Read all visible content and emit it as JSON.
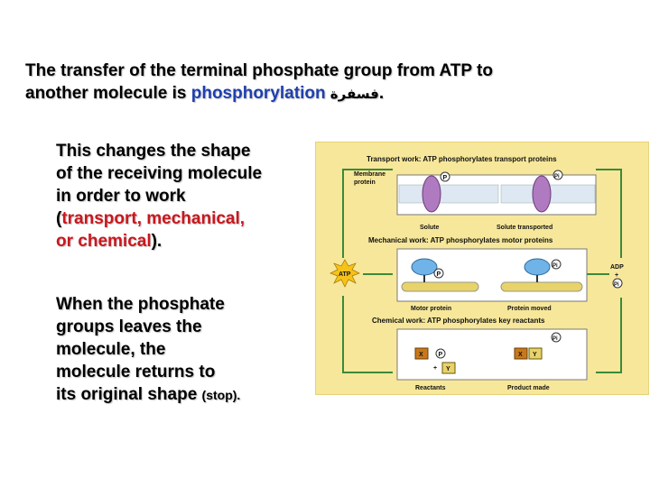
{
  "headline": {
    "line1": "The transfer of the terminal phosphate group from ATP to",
    "line2_prefix": "another molecule is ",
    "line2_term": "phosphorylation",
    "line2_arabic": " فسفرة",
    "line2_end": "."
  },
  "paragraph1": {
    "lines": [
      "This changes the shape",
      "of the receiving molecule",
      "in order to work"
    ],
    "open_paren": "(",
    "red_line1": "transport, mechanical,",
    "red_line2": "or chemical",
    "close": ")."
  },
  "paragraph2": {
    "lines": [
      "When the phosphate",
      "groups leaves the",
      "molecule, the",
      "molecule returns to"
    ],
    "last_prefix": "its original shape ",
    "last_small": "(stop)."
  },
  "figure": {
    "transport_title": "Transport work: ATP phosphorylates transport proteins",
    "membrane_label1": "Membrane",
    "membrane_label2": "protein",
    "p_label": "P",
    "pi_label": "Pi",
    "solute_label": "Solute",
    "solute_transported_label": "Solute transported",
    "mechanical_title": "Mechanical work: ATP phosphorylates motor proteins",
    "atp_label": "ATP",
    "adp_label": "ADP",
    "plus": "+",
    "motor_protein_label": "Motor protein",
    "protein_moved_label": "Protein moved",
    "chemical_title": "Chemical work: ATP phosphorylates key reactants",
    "x_label": "X",
    "y_label": "Y",
    "reactants_label": "Reactants",
    "product_label": "Product made",
    "colors": {
      "background": "#f7e79a",
      "protein": "#b07ac0",
      "motor": "#6fb3e8",
      "filament": "#e8d36a",
      "atp_star": "#f6c21a",
      "reactant": "#c8781a"
    }
  }
}
